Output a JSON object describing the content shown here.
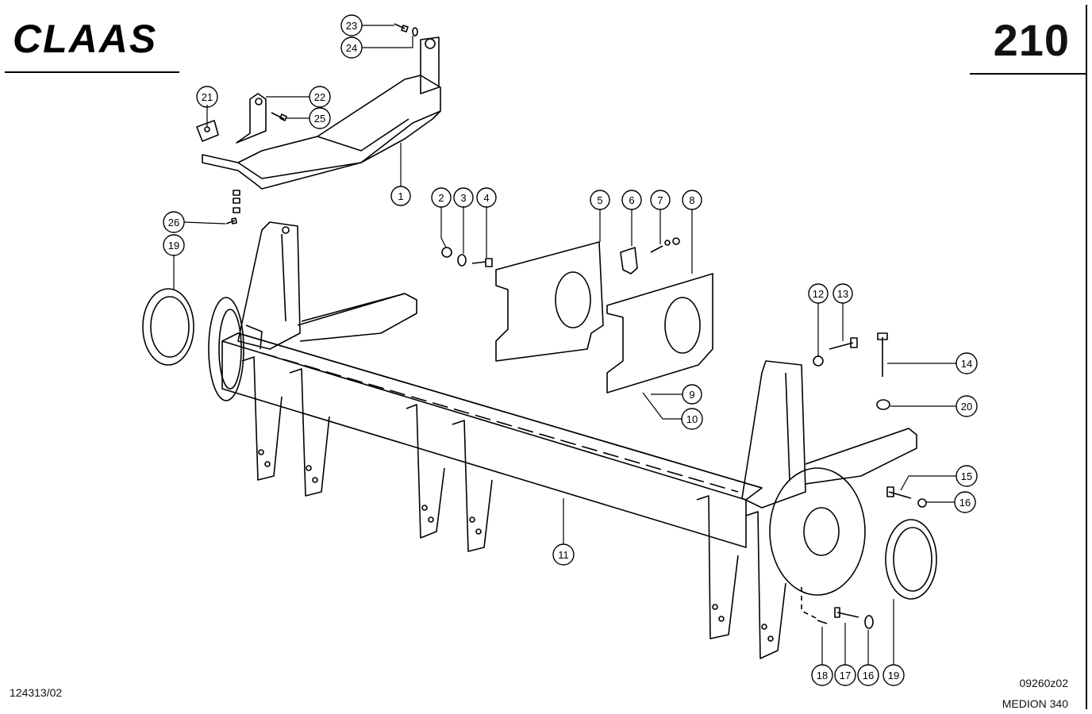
{
  "header": {
    "brand": "CLAAS",
    "page_number": "210"
  },
  "footer": {
    "doc_ref": "124313/02",
    "drawing_ref": "09260z02",
    "model": "MEDION 340"
  },
  "callouts": [
    {
      "id": "c23",
      "label": "23"
    },
    {
      "id": "c24",
      "label": "24"
    },
    {
      "id": "c21",
      "label": "21"
    },
    {
      "id": "c22",
      "label": "22"
    },
    {
      "id": "c25",
      "label": "25"
    },
    {
      "id": "c1",
      "label": "1"
    },
    {
      "id": "c2",
      "label": "2"
    },
    {
      "id": "c3",
      "label": "3"
    },
    {
      "id": "c4",
      "label": "4"
    },
    {
      "id": "c5",
      "label": "5"
    },
    {
      "id": "c6",
      "label": "6"
    },
    {
      "id": "c7",
      "label": "7"
    },
    {
      "id": "c8",
      "label": "8"
    },
    {
      "id": "c26",
      "label": "26"
    },
    {
      "id": "c19a",
      "label": "19"
    },
    {
      "id": "c12",
      "label": "12"
    },
    {
      "id": "c13",
      "label": "13"
    },
    {
      "id": "c14",
      "label": "14"
    },
    {
      "id": "c9",
      "label": "9"
    },
    {
      "id": "c10",
      "label": "10"
    },
    {
      "id": "c20",
      "label": "20"
    },
    {
      "id": "c15",
      "label": "15"
    },
    {
      "id": "c16a",
      "label": "16"
    },
    {
      "id": "c11",
      "label": "11"
    },
    {
      "id": "c18",
      "label": "18"
    },
    {
      "id": "c17",
      "label": "17"
    },
    {
      "id": "c16b",
      "label": "16"
    },
    {
      "id": "c19b",
      "label": "19"
    }
  ]
}
